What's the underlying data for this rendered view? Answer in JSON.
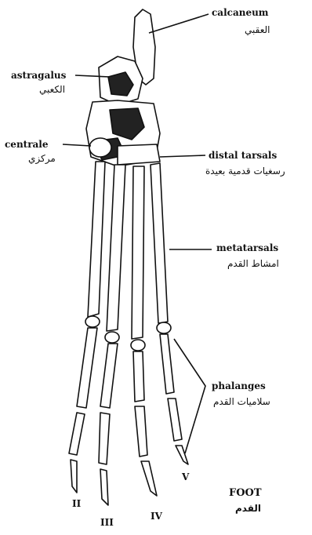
{
  "labels": {
    "calcaneum": {
      "en": "calcaneum",
      "ar": "العقبي"
    },
    "astragalus": {
      "en": "astragalus",
      "ar": "الكعبي"
    },
    "centrale": {
      "en": "centrale",
      "ar": "مركزي"
    },
    "distal_tarsals": {
      "en": "distal tarsals",
      "ar": "رسغيات قدمية بعيدة"
    },
    "metatarsals": {
      "en": "metatarsals",
      "ar": "امشاط القدم"
    },
    "phalanges": {
      "en": "phalanges",
      "ar": "سلاميات القدم"
    }
  },
  "digits": [
    "II",
    "III",
    "IV",
    "V"
  ],
  "title": {
    "en": "FOOT",
    "ar": "القدم"
  },
  "colors": {
    "ink": "#111111",
    "bone_fill": "#ffffff"
  }
}
